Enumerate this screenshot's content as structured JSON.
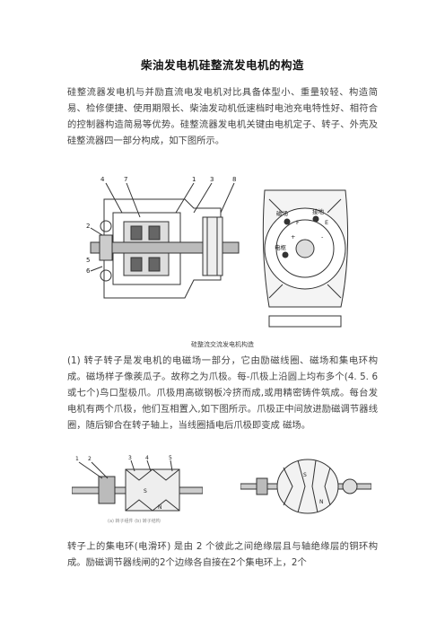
{
  "doc": {
    "title": "柴油发电机硅整流发电机的构造",
    "para1": "硅整流器发电机与并励直流电发电机对比具备体型小、重量较轻、构造简易、检修便捷、使用期限长、柴油发动机低速档时电池充电特性好、相符合的控制器构造简易等优势。硅整流器发电机关键由电机定子、转子、外壳及硅整流器四一部分构成，如下图所示。",
    "caption1": "硅整流交流发电机构造",
    "para2": "(1) 转子转子是发电机的电磁场一部分，它由励磁线圈、磁场和集电环构成。磁场样子像蒺瓜子。故称之为爪极。每-爪极上沿圆上均布多个(4. 5. 6 或七个)鸟口型极爪。爪极用高碳钢板冷挤而成,或用精密铸件筑成。每台发电机有两个爪极，他们互相置入,如下图所示。爪极正中间放进励磁调节器线圈，随后铆合在转子轴上，当线圈插电后爪极即变成 磁场。",
    "caption2": "(a) 转子组件    (b) 转子结构",
    "para3": "转子上的集电环(电滑环) 是由 2 个彼此之间绝缘层且与轴绝缘层的铜环构成。励磁调节器线闸的2个边缘各自接在2个集电环上，2个",
    "fig1_labels": [
      "4",
      "7",
      "1",
      "3",
      "8",
      "2",
      "5",
      "6"
    ],
    "fig2_labels": [
      "磁场",
      "接地",
      "电枢",
      "+",
      "-",
      "F",
      "E"
    ],
    "fig3_labels": [
      "1",
      "2",
      "3",
      "4",
      "5",
      "S",
      "N"
    ],
    "fig4_labels": [
      "S",
      "N"
    ]
  }
}
